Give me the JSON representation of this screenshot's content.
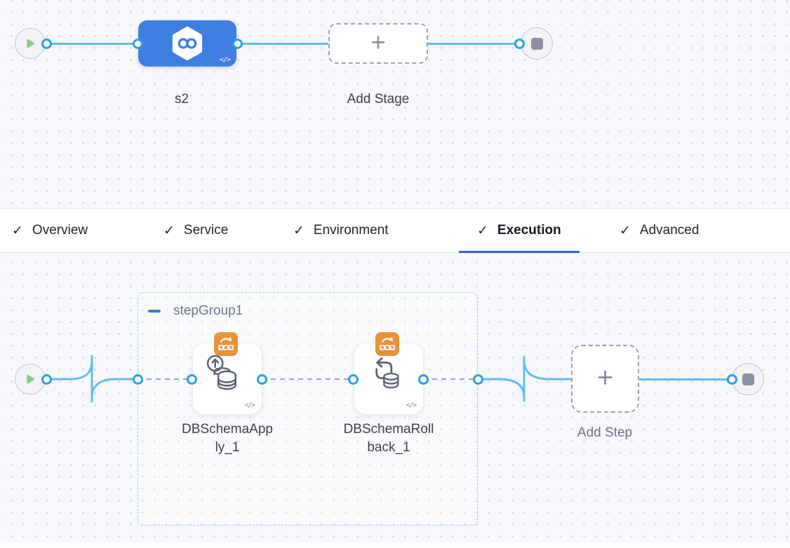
{
  "icons": {
    "check_glyph": "✓",
    "plus_glyph": "+"
  },
  "stage_graph": {
    "stage": {
      "name": "s2",
      "yaml_indicator": "</>"
    },
    "add_stage_label": "Add Stage"
  },
  "tabs": [
    {
      "label": "Overview",
      "checked": true,
      "active": false
    },
    {
      "label": "Service",
      "checked": true,
      "active": false
    },
    {
      "label": "Environment",
      "checked": true,
      "active": false
    },
    {
      "label": "Execution",
      "checked": true,
      "active": true
    },
    {
      "label": "Advanced",
      "checked": true,
      "active": false
    }
  ],
  "execution_graph": {
    "step_group": {
      "label": "stepGroup1"
    },
    "steps": [
      {
        "name": "DBSchemaApply_1",
        "yaml_indicator": "</>"
      },
      {
        "name": "DBSchemaRollback_1",
        "yaml_indicator": "</>"
      }
    ],
    "add_step_label": "Add Step"
  },
  "colors": {
    "stage_blue": "#3e7ee0",
    "connector_blue": "#64bde9",
    "port_ring_blue": "#2e9fe0",
    "tab_underline_blue": "#3367d1",
    "step_group_border_blue": "#8bcfef",
    "badge_orange": "#e8923c",
    "play_green": "#82d07b",
    "stop_gray": "#8c90a3"
  }
}
